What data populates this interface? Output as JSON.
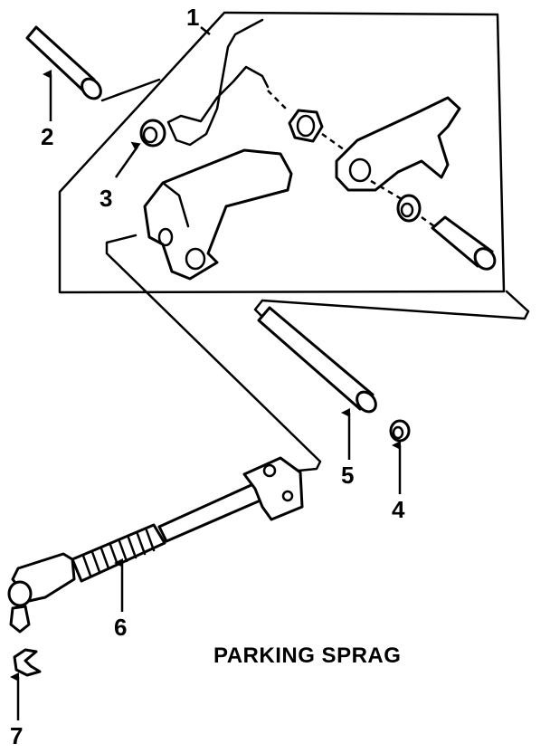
{
  "caption": "PARKING SPRAG",
  "callouts": {
    "c1": "1",
    "c2": "2",
    "c3": "3",
    "c4": "4",
    "c5": "5",
    "c6": "6",
    "c7": "7"
  }
}
